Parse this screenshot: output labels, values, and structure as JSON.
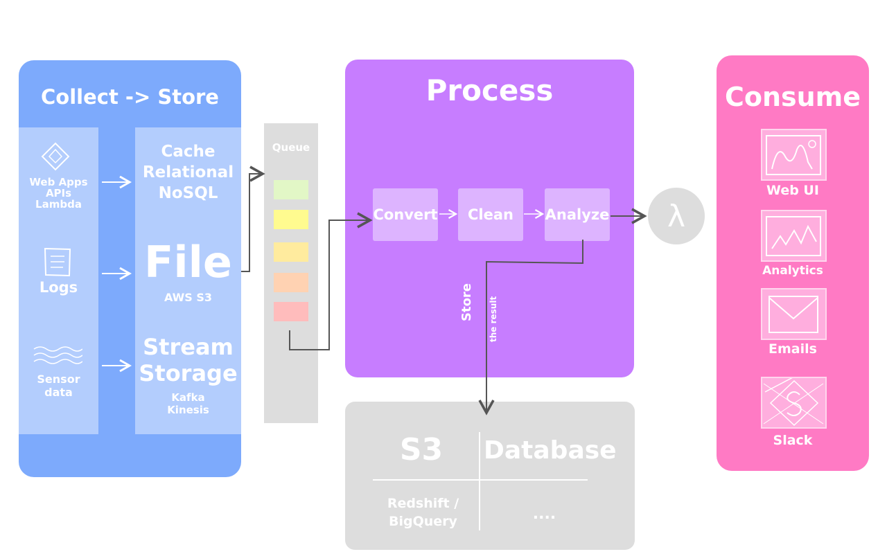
{
  "collect": {
    "title": "Collect -> Store",
    "sources": [
      {
        "lines": [
          "Web Apps",
          "APIs",
          "Lambda"
        ],
        "icon": "diamond-icon"
      },
      {
        "lines": [
          "Logs"
        ],
        "icon": "document-icon"
      },
      {
        "lines": [
          "Sensor",
          "data"
        ],
        "icon": "waves-icon"
      }
    ],
    "stores": {
      "cache": [
        "Cache",
        "Relational",
        "NoSQL"
      ],
      "file_title": "File",
      "file_sub": "AWS S3",
      "stream_title": [
        "Stream",
        "Storage"
      ],
      "stream_sub": [
        "Kafka",
        "Kinesis"
      ]
    }
  },
  "queue": {
    "label": "Queue",
    "colors": [
      "#e2f7c6",
      "#fffb8f",
      "#ffeb9e",
      "#ffd2b2",
      "#ffbcbc"
    ]
  },
  "process": {
    "title": "Process",
    "steps": [
      "Convert",
      "Clean",
      "Analyze"
    ],
    "store_label": "Store",
    "store_sub": "the result"
  },
  "lambda": {
    "symbol": "λ"
  },
  "storage": {
    "s3": "S3",
    "database": "Database",
    "warehouse": [
      "Redshift /",
      "BigQuery"
    ],
    "more": "...."
  },
  "consume": {
    "title": "Consume",
    "items": [
      {
        "label": "Web UI",
        "icon": "web-ui-icon"
      },
      {
        "label": "Analytics",
        "icon": "chart-icon"
      },
      {
        "label": "Emails",
        "icon": "envelope-icon"
      },
      {
        "label": "Slack",
        "icon": "slack-icon"
      }
    ]
  },
  "colors": {
    "collect": "#7daafc",
    "collect_inner": "#b3cdfd",
    "process": "#c77dff",
    "step": "#ddb4ff",
    "consume": "#ff7ac4",
    "grey": "#dddddd"
  }
}
